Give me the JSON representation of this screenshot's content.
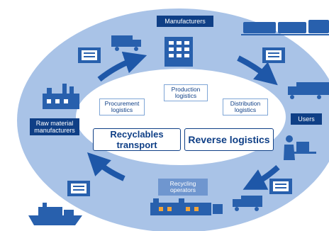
{
  "labels": {
    "manufacturers": "Manufacturers",
    "raw_material": "Raw material manufacturers",
    "users": "Users",
    "recycling": "Recycling operators",
    "procurement": "Procurement logistics",
    "production": "Production logistics",
    "distribution": "Distribution logistics",
    "recyclables_transport": "Recyclables transport",
    "reverse_logistics": "Reverse logistics"
  },
  "colors": {
    "ring_outer": "#a9c3e7",
    "ring_inner": "#c9daf0",
    "navy": "#0f3f86",
    "arrow": "#1e57a8",
    "icon": "#2860ad"
  }
}
